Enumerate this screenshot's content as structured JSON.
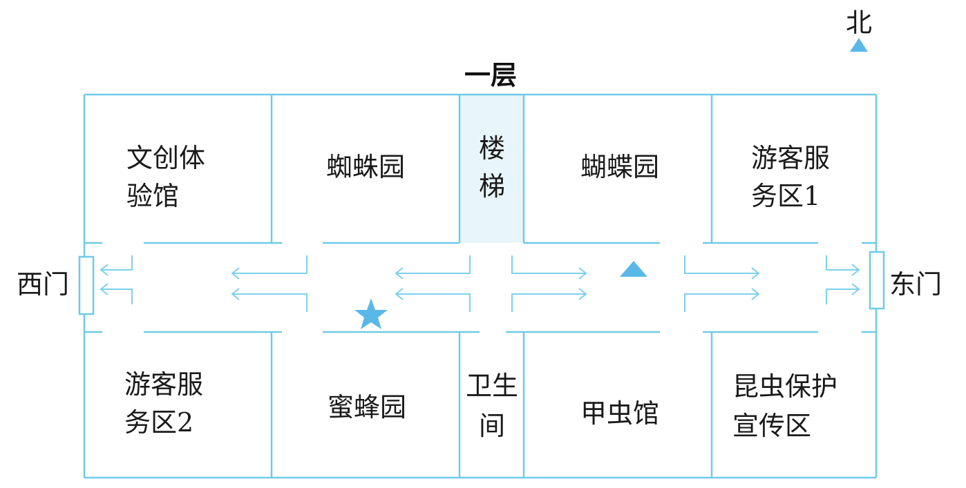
{
  "title": "一层",
  "compass": {
    "label": "北"
  },
  "doors": {
    "west": "西门",
    "east": "东门"
  },
  "rooms": {
    "wenchuang": [
      "文创体",
      "验馆"
    ],
    "spider": "蜘蛛园",
    "stairs": [
      "楼",
      "梯"
    ],
    "butterfly": "蝴蝶园",
    "service1": [
      "游客服",
      "务区1"
    ],
    "service2": [
      "游客服",
      "务区2"
    ],
    "bee": "蜜蜂园",
    "toilet": [
      "卫生",
      "间"
    ],
    "beetle": "甲虫馆",
    "protection": [
      "昆虫保护",
      "宣传区"
    ]
  },
  "colors": {
    "line": "#6fcbe6",
    "marker": "#5ab8e8",
    "stairs_fill": "#e8f5fa"
  }
}
